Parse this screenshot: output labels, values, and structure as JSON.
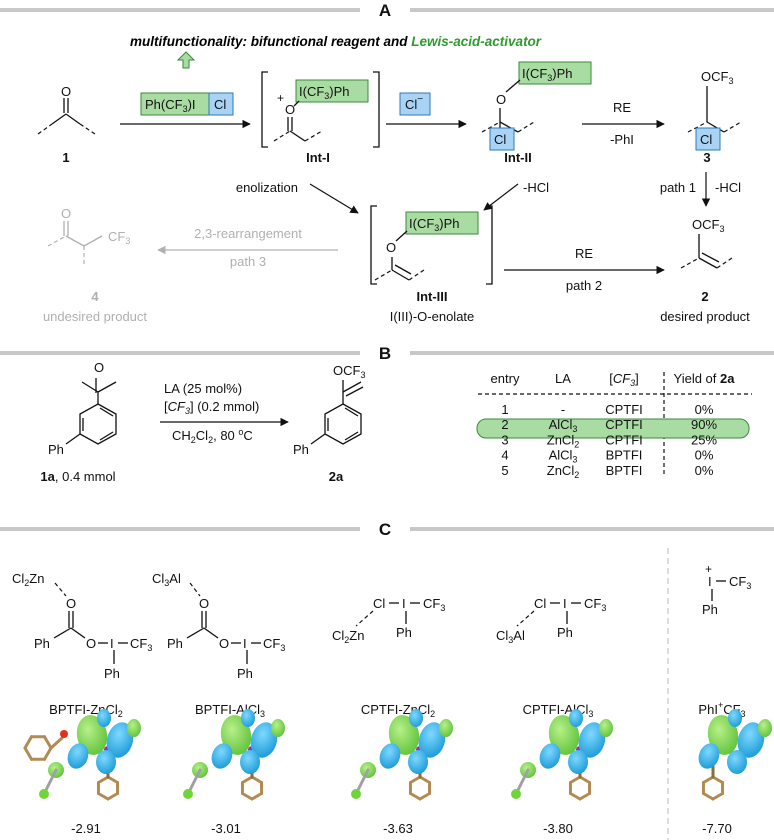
{
  "panels": {
    "a": "A",
    "b": "B",
    "c": "C"
  },
  "panelA": {
    "headline_black": "multifunctionality: bifunctional reagent and ",
    "headline_green": "Lewis-acid-activator",
    "reagent_ph": "Ph(CF",
    "reagent_ph2": ")I",
    "reagent_cl": "Cl",
    "int1_plus": "+",
    "o": "O",
    "i_cf3_ph": "I(CF",
    "i_cf3_ph_b": ")Ph",
    "chloride": "Cl",
    "chloride_charge": "−",
    "cl": "Cl",
    "re": "RE",
    "minus_phi": "-PhI",
    "ocf3": "OCF",
    "sub3": "3",
    "cf3": "CF",
    "lbl_1": "1",
    "lbl_int1": "Int-I",
    "lbl_int2": "Int-II",
    "lbl_3": "3",
    "enolization": "enolization",
    "minus_hcl": "-HCl",
    "path1": "path 1",
    "path2": "path 2",
    "path3": "path 3",
    "rearr": "2,3-rearrangement",
    "lbl_4": "4",
    "undesired": "undesired product",
    "lbl_int3": "Int-III",
    "enolate_name": "I(III)-O-enolate",
    "lbl_2": "2",
    "desired": "desired product"
  },
  "panelB": {
    "ph": "Ph",
    "o": "O",
    "cond1": "LA (25 mol%)",
    "cond2a": "[",
    "cond2b": "CF",
    "cond2c": "3",
    "cond2d": "] (0.2 mmol)",
    "cond3a": "CH",
    "cond3b": "2",
    "cond3c": "Cl",
    "cond3d": "2",
    "cond3e": ", 80 ",
    "cond3f": "o",
    "cond3g": "C",
    "sm_label_bold": "1a",
    "sm_label": ", 0.4 mmol",
    "prod_label": "2a",
    "ocf3": "OCF",
    "sub3": "3",
    "table": {
      "headers": [
        "entry",
        "LA",
        "[CF3]",
        "Yield of 2a"
      ],
      "h_entry": "entry",
      "h_la": "LA",
      "h_cf3_a": "[",
      "h_cf3_b": "CF",
      "h_cf3_c": "3",
      "h_cf3_d": "]",
      "h_yield": "Yield of ",
      "h_yield_b": "2a",
      "rows": [
        {
          "entry": "1",
          "la": "-",
          "la_sub": "",
          "reagent": "CPTFI",
          "yield": "0%"
        },
        {
          "entry": "2",
          "la": "AlCl",
          "la_sub": "3",
          "reagent": "CPTFI",
          "yield": "90%"
        },
        {
          "entry": "3",
          "la": "ZnCl",
          "la_sub": "2",
          "reagent": "CPTFI",
          "yield": "25%"
        },
        {
          "entry": "4",
          "la": "AlCl",
          "la_sub": "3",
          "reagent": "BPTFI",
          "yield": "0%"
        },
        {
          "entry": "5",
          "la": "ZnCl",
          "la_sub": "2",
          "reagent": "BPTFI",
          "yield": "0%"
        }
      ]
    }
  },
  "panelC": {
    "complexes": [
      {
        "name": "BPTFI-ZnCl",
        "sub": "2",
        "energy": "-2.91"
      },
      {
        "name": "BPTFI-AlCl",
        "sub": "3",
        "energy": "-3.01"
      },
      {
        "name": "CPTFI-ZnCl",
        "sub": "2",
        "energy": "-3.63"
      },
      {
        "name": "CPTFI-AlCl",
        "sub": "3",
        "energy": "-3.80"
      },
      {
        "name": "PhI",
        "sup": "+",
        "name2": "CF",
        "sub": "3",
        "energy": "-7.70"
      }
    ],
    "atoms": {
      "cl2zn": "Cl",
      "cl2zn_sub": "2",
      "cl2zn_b": "Zn",
      "cl3al": "Cl",
      "cl3al_sub": "3",
      "cl3al_b": "Al",
      "o": "O",
      "ph": "Ph",
      "i": "I",
      "cf": "CF",
      "sub3": "3",
      "cl": "Cl",
      "plus": "+"
    }
  },
  "colors": {
    "green_box": "#a9dca3",
    "blue_box": "#a9d3f5",
    "accent_green": "#2e9b2e",
    "gray": "#b0b0b0"
  }
}
